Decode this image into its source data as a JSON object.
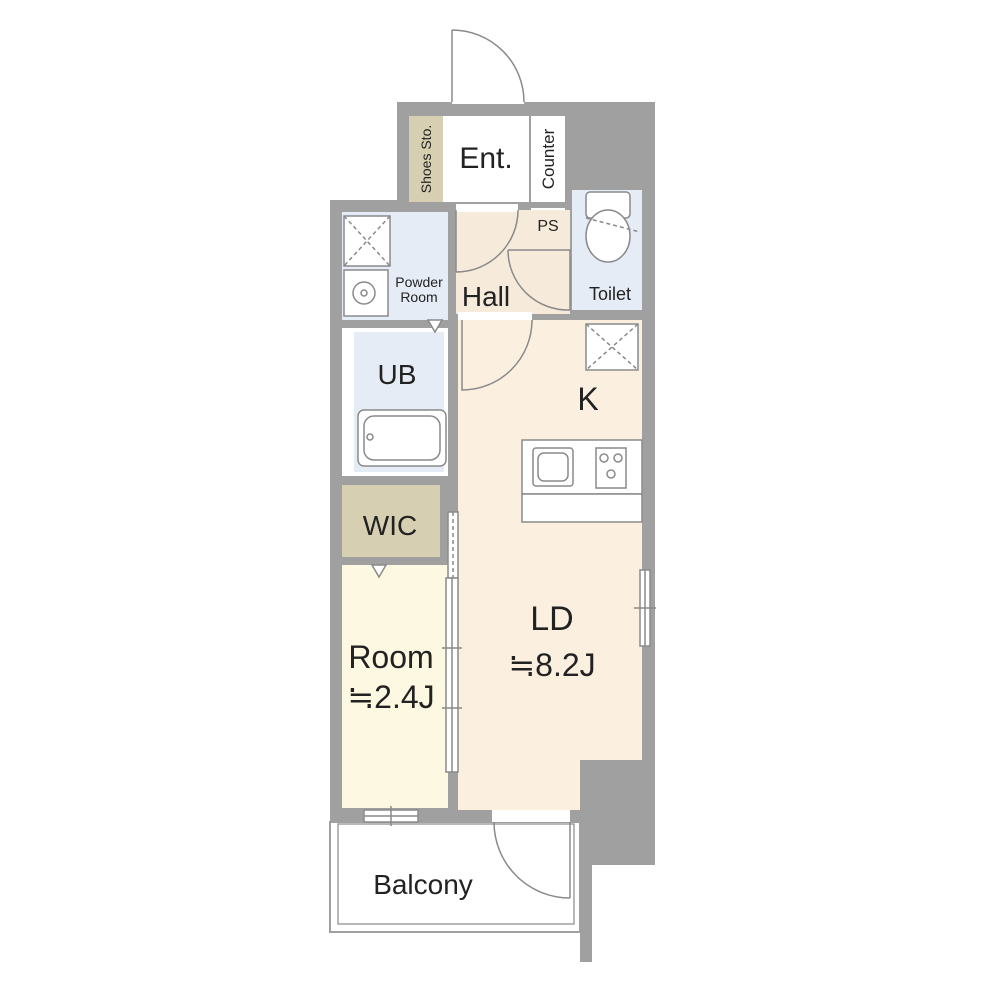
{
  "rooms": {
    "entrance": "Ent.",
    "shoes_storage": "Shoes Sto.",
    "counter": "Counter",
    "pipe_space": "PS",
    "hall": "Hall",
    "toilet": "Toilet",
    "powder_room_line1": "Powder",
    "powder_room_line2": "Room",
    "unit_bath": "UB",
    "kitchen": "K",
    "walk_in_closet": "WIC",
    "living_dining": "LD",
    "living_dining_size": "≒8.2J",
    "room": "Room",
    "room_size": "≒2.4J",
    "balcony": "Balcony"
  },
  "colors": {
    "wall": "#a0a0a0",
    "wet_area": "#e6ecf6",
    "living_floor": "#fbf0df",
    "room_floor": "#fcf8e1",
    "storage": "#d7cfb2",
    "hall_floor": "#f6eadb"
  }
}
